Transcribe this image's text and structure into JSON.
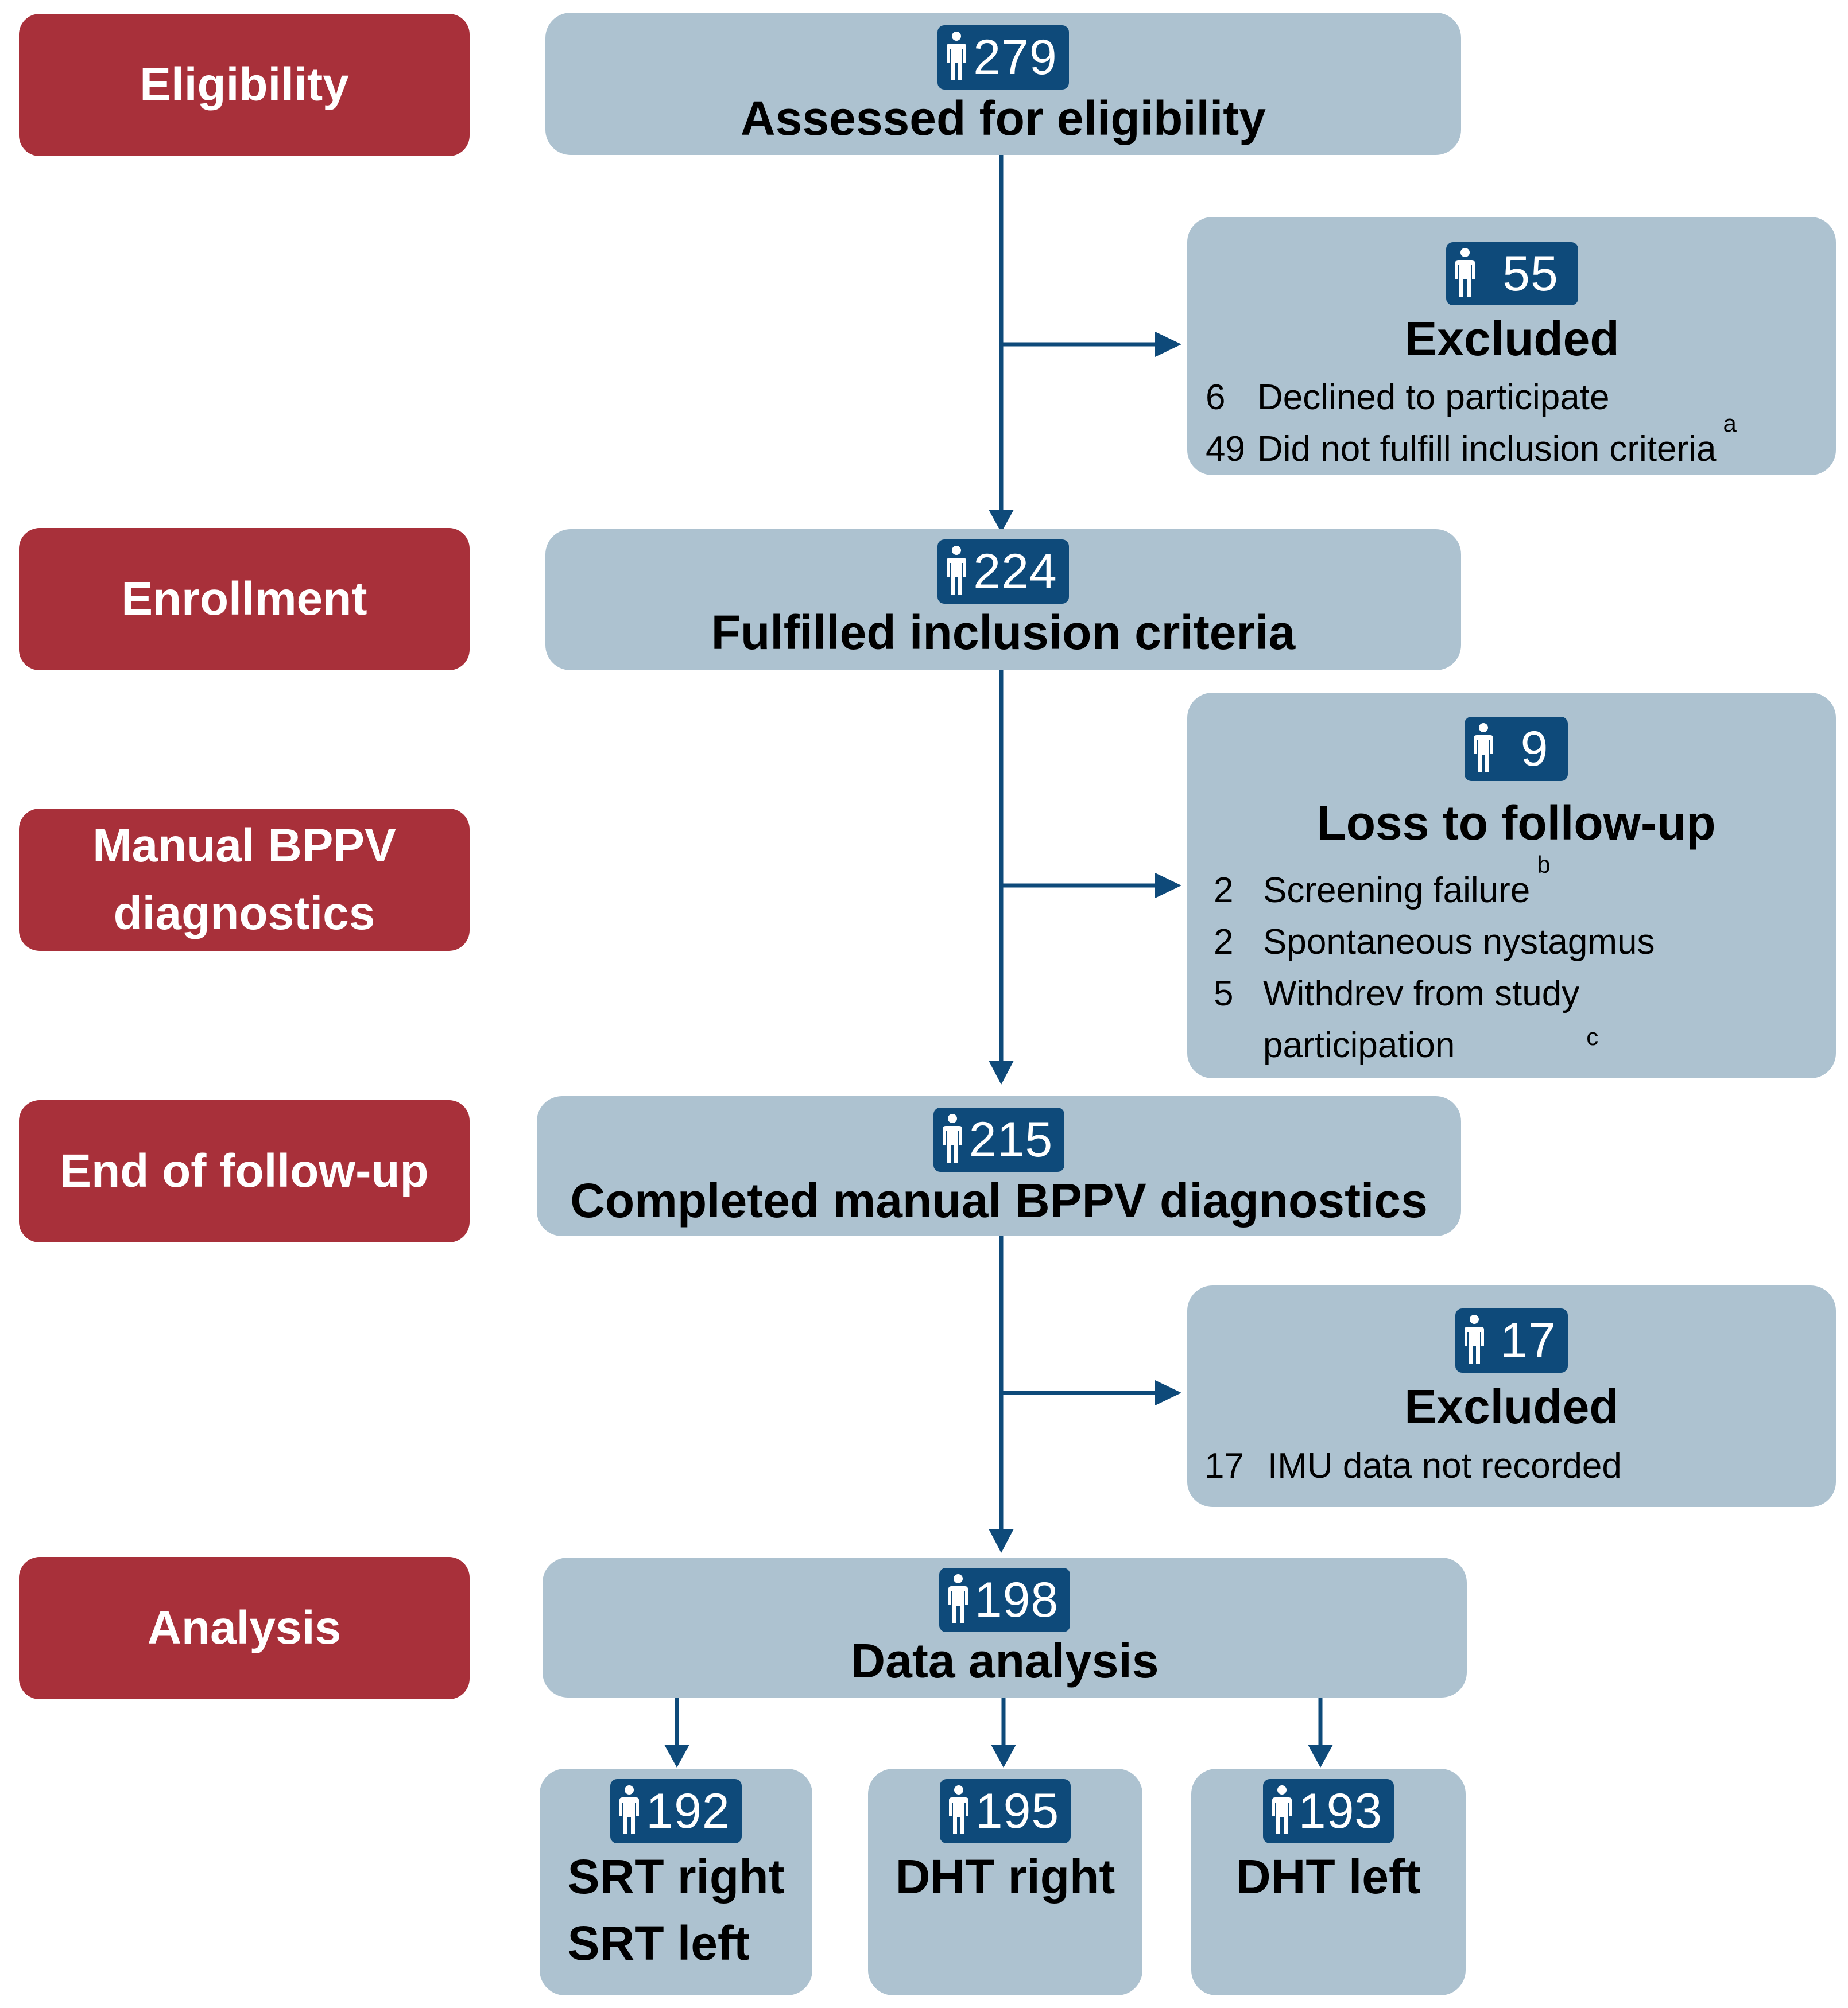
{
  "stages": [
    {
      "id": "eligibility",
      "label": "Eligibility"
    },
    {
      "id": "enrollment",
      "label": "Enrollment"
    },
    {
      "id": "manual",
      "label": "Manual BPPV\ndiagnostics"
    },
    {
      "id": "endfu",
      "label": "End of follow-up"
    },
    {
      "id": "analysis",
      "label": "Analysis"
    }
  ],
  "main_boxes": [
    {
      "id": "assessed",
      "count": "279",
      "title": "Assessed for eligibility"
    },
    {
      "id": "fulfilled",
      "count": "224",
      "title": "Fulfilled inclusion criteria"
    },
    {
      "id": "completed",
      "count": "215",
      "title": "Completed manual BPPV diagnostics"
    },
    {
      "id": "data",
      "count": "198",
      "title": "Data analysis"
    }
  ],
  "side_boxes": [
    {
      "id": "excluded1",
      "count": "55",
      "title": "Excluded",
      "items": [
        {
          "n": "6",
          "text": "Declined to participate",
          "sup": ""
        },
        {
          "n": "49",
          "text": "Did not fulfill inclusion criteria",
          "sup": "a"
        }
      ]
    },
    {
      "id": "loss",
      "count": "9",
      "title": "Loss to follow-up",
      "items": [
        {
          "n": "2",
          "text": "Screening failure",
          "sup": "b"
        },
        {
          "n": "2",
          "text": "Spontaneous nystagmus",
          "sup": ""
        },
        {
          "n": "5",
          "text": "Withdrev from study\nparticipation",
          "sup": "c"
        }
      ]
    },
    {
      "id": "excluded2",
      "count": "17",
      "title": "Excluded",
      "items": [
        {
          "n": "17",
          "text": "IMU data not recorded",
          "sup": ""
        }
      ]
    }
  ],
  "sub_boxes": [
    {
      "id": "srt",
      "count": "192",
      "title": "SRT right\nSRT left"
    },
    {
      "id": "dht-right",
      "count": "195",
      "title": "DHT right"
    },
    {
      "id": "dht-left",
      "count": "193",
      "title": "DHT left"
    }
  ],
  "colors": {
    "stage": "#a8303a",
    "box": "#adc2d0",
    "badge": "#0e4a7a",
    "arrow": "#0e4a7a"
  },
  "icons": {
    "badge": "person-icon"
  }
}
